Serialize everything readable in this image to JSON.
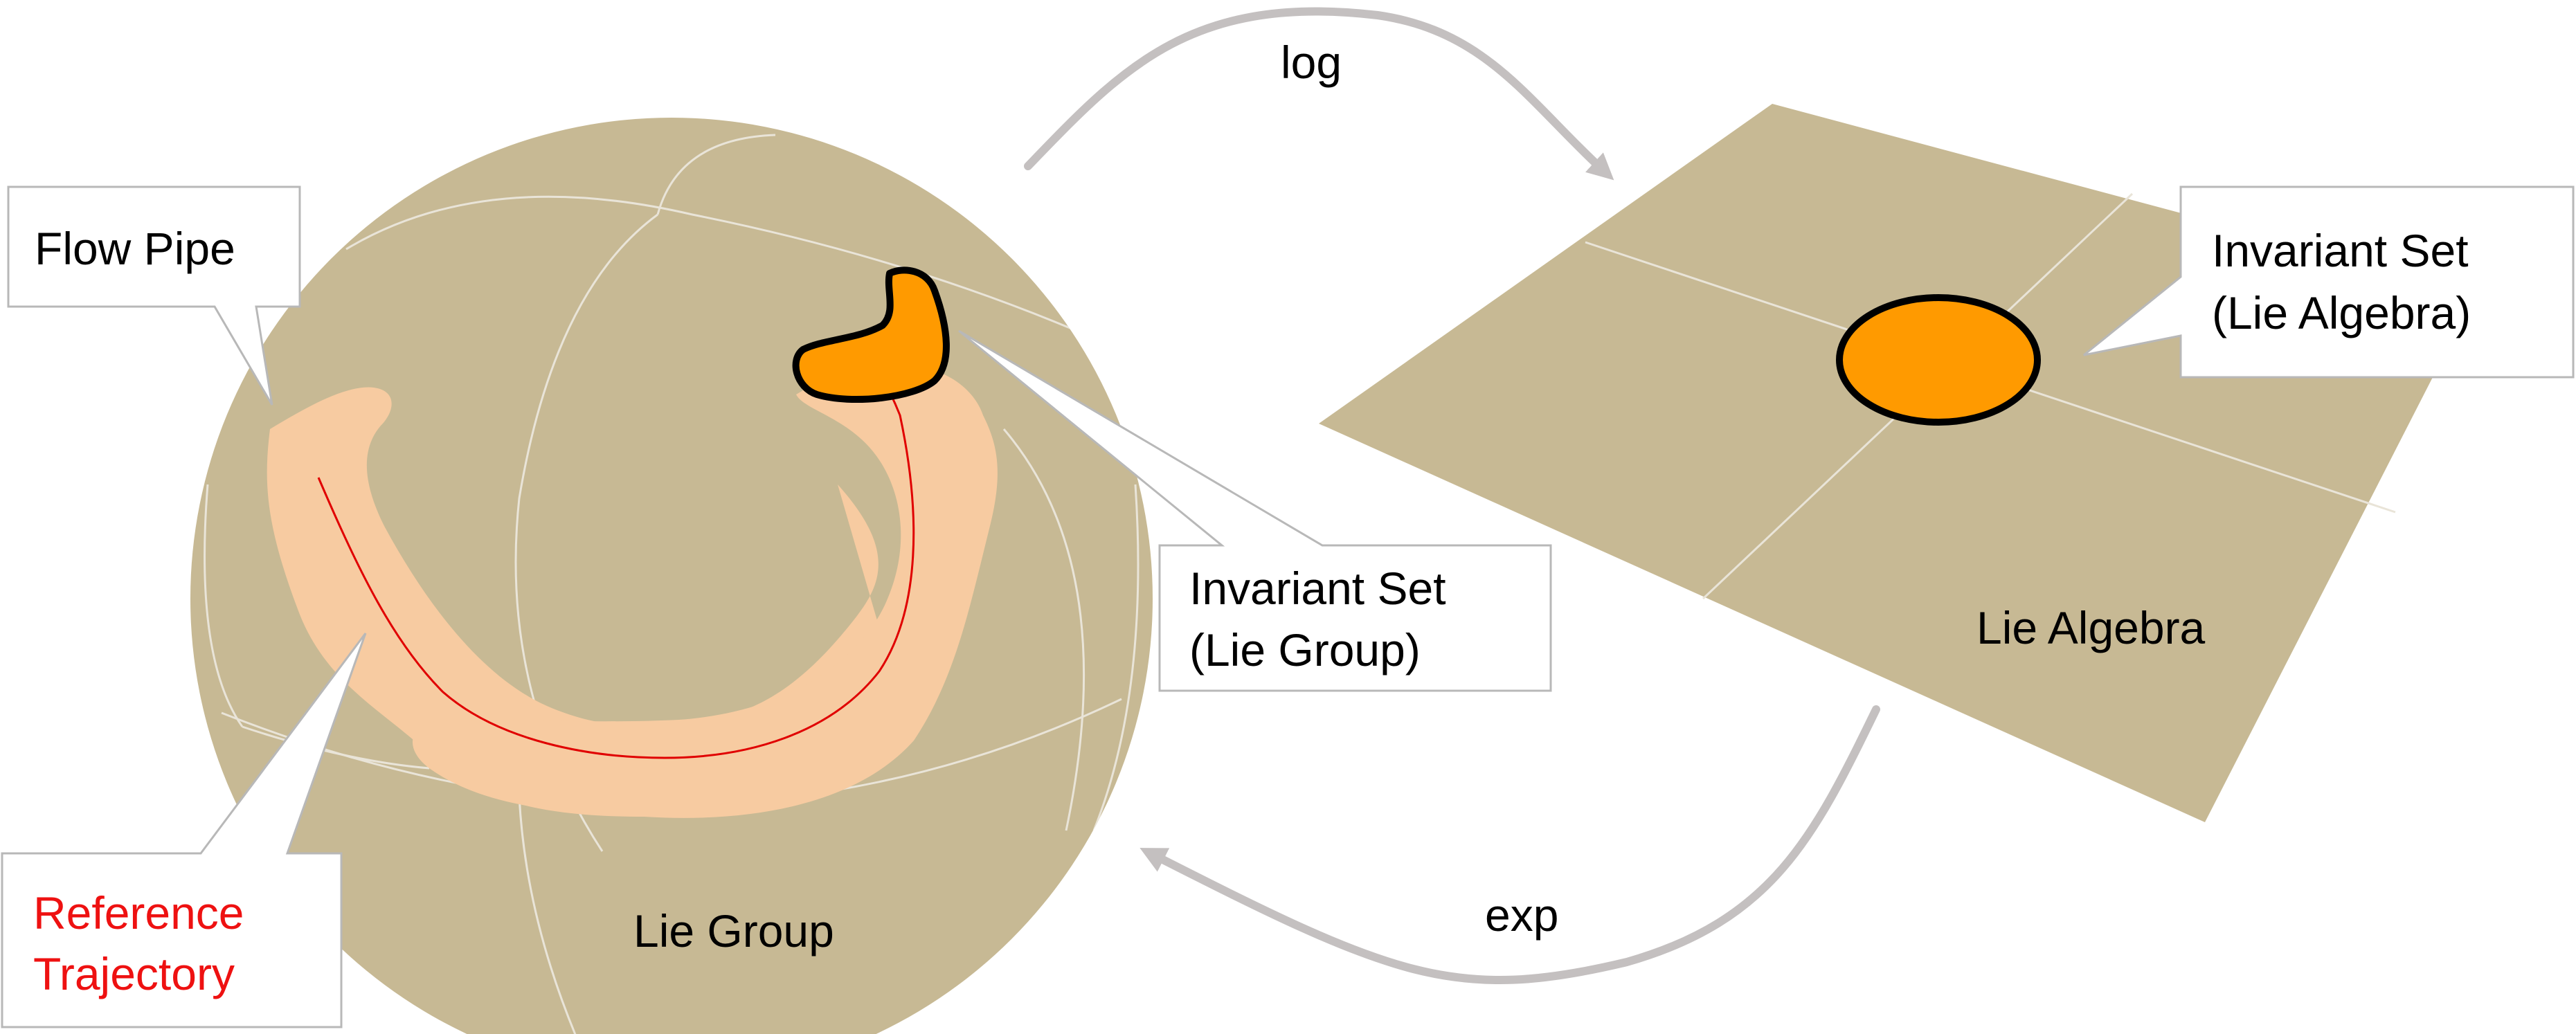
{
  "labels": {
    "flow_pipe": "Flow Pipe",
    "reference_line1": "Reference",
    "reference_line2": "Trajectory",
    "invariant_group_line1": "Invariant Set",
    "invariant_group_line2": "(Lie Group)",
    "invariant_algebra_line1": "Invariant Set",
    "invariant_algebra_line2": "(Lie Algebra)",
    "lie_group": "Lie Group",
    "lie_algebra": "Lie Algebra",
    "log": "log",
    "exp": "exp"
  },
  "colors": {
    "manifold": "#c7b994",
    "flow_pipe": "#f7cba1",
    "invariant_set": "#ff9a00",
    "trajectory": "#e00000",
    "reference_text": "#ee1111",
    "arrow": "#c4c0c0"
  }
}
